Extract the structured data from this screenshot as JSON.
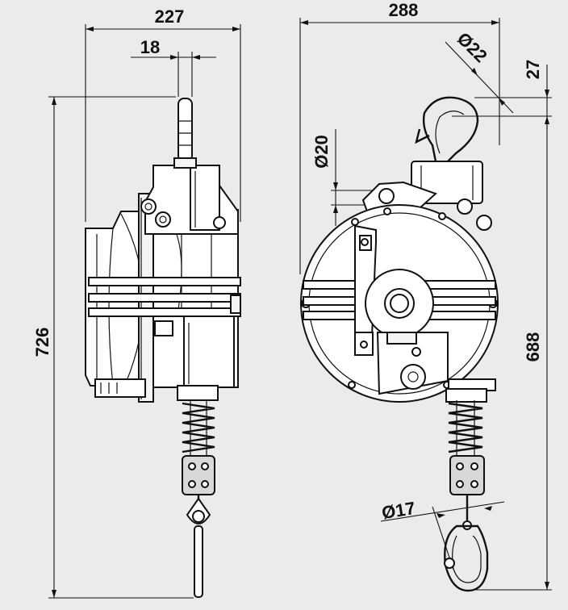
{
  "drawing": {
    "dimensions": {
      "width_side": "227",
      "lock_width": "18",
      "overall_height_side": "726",
      "width_front": "288",
      "hook_diameter": "Ø22",
      "hook_offset": "27",
      "mount_diameter": "Ø20",
      "overall_height_front": "688",
      "snap_hook_diameter": "Ø17"
    },
    "colors": {
      "background": "#ebebeb",
      "line": "#111111"
    }
  }
}
